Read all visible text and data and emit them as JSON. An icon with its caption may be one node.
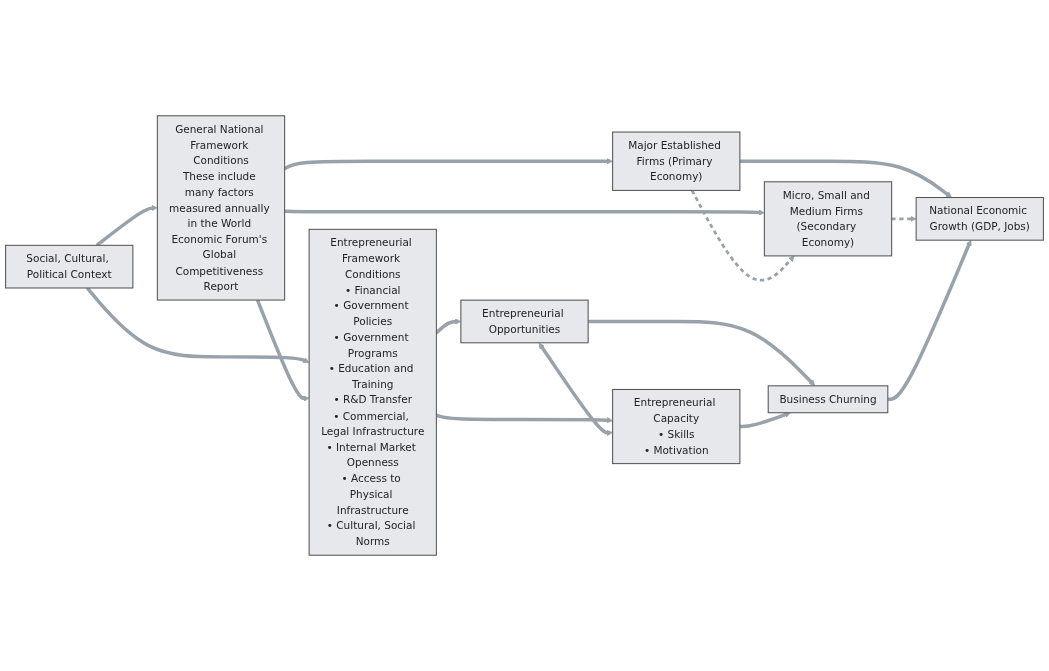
{
  "diagram": {
    "nodes": [
      {
        "text": [
          "Social, Cultural, Political Context"
        ]
      },
      {
        "text": [
          "General National Framework Conditions",
          "These include many factors measured annually in the World Economic Forum's Global Competitiveness Report"
        ]
      },
      {
        "text": [
          "Entrepreneurial Framework Conditions",
          "• Financial",
          "• Government Policies",
          "• Government Programs",
          "• Education and Training",
          "• R&D Transfer",
          "• Commercial, Legal Infrastructure",
          "• Internal Market Openness",
          "• Access to Physical Infrastructure",
          "• Cultural, Social Norms"
        ]
      },
      {
        "text": [
          "Major Established Firms (Primary Economy)"
        ]
      },
      {
        "text": [
          "Micro, Small and Medium Firms (Secondary Economy)"
        ]
      },
      {
        "text": [
          "Entrepreneurial Opportunities"
        ]
      },
      {
        "text": [
          "Entrepreneurial Capacity",
          "• Skills",
          "• Motivation"
        ]
      },
      {
        "text": [
          "National Economic Growth (GDP, Jobs)"
        ]
      },
      {
        "text": [
          "Business Churning"
        ]
      }
    ],
    "edges": [
      {
        "from": 0,
        "to": 1,
        "arrow": "to"
      },
      {
        "from": 0,
        "to": 2,
        "arrow": "to"
      },
      {
        "from": 1,
        "to": 2,
        "arrow": "to"
      },
      {
        "from": 1,
        "to": 3,
        "arrow": "to"
      },
      {
        "from": 1,
        "to": 4,
        "arrow": "to"
      },
      {
        "from": 3,
        "to": 4,
        "arrow": "to",
        "style": "dashed"
      },
      {
        "from": 3,
        "to": 7,
        "arrow": "to"
      },
      {
        "from": 4,
        "to": 7,
        "arrow": "to",
        "style": "dashed"
      },
      {
        "from": 2,
        "to": 5,
        "arrow": "to"
      },
      {
        "from": 2,
        "to": 6,
        "arrow": "to"
      },
      {
        "from": 5,
        "to": 6,
        "arrow": "both"
      },
      {
        "from": 5,
        "to": 8,
        "arrow": "to"
      },
      {
        "from": 6,
        "to": 8,
        "arrow": "to"
      },
      {
        "from": 8,
        "to": 7,
        "arrow": "to"
      }
    ]
  }
}
